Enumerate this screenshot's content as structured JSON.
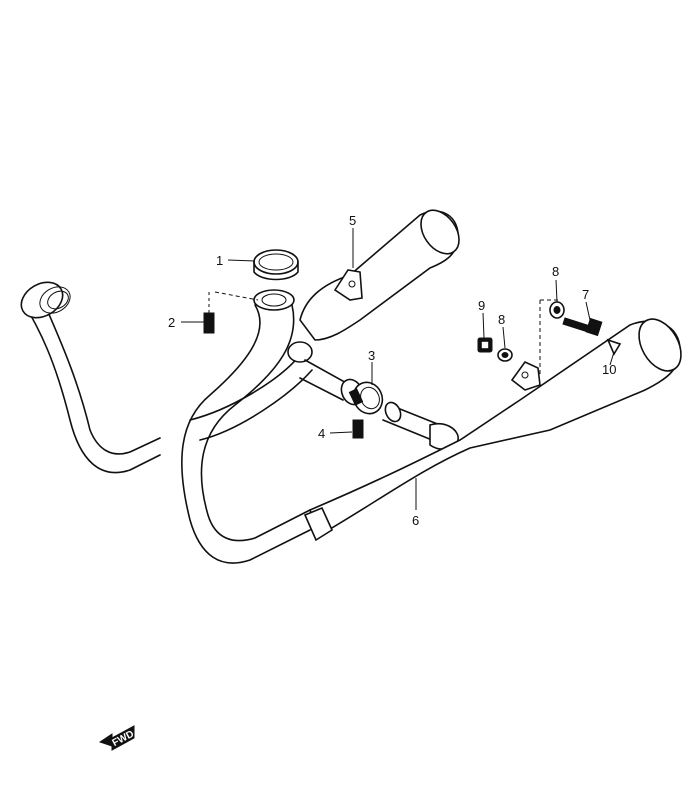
{
  "callouts": {
    "c1": "1",
    "c2": "2",
    "c3": "3",
    "c4": "4",
    "c5": "5",
    "c6": "6",
    "c7": "7",
    "c8a": "8",
    "c8b": "8",
    "c9": "9",
    "c10": "10"
  },
  "fwd_label": "FWD"
}
